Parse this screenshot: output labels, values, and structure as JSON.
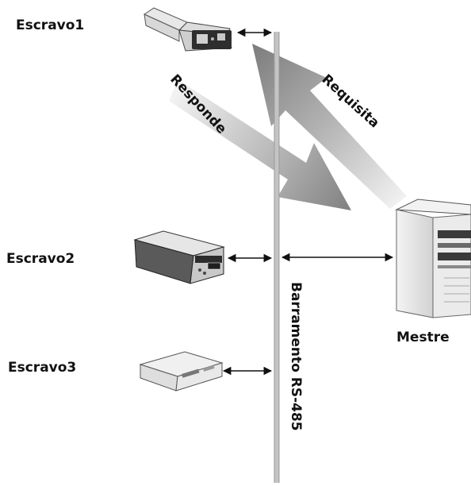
{
  "nodes": {
    "slave1": {
      "label": "Escravo1",
      "icon": "usb-rs485-converter-icon"
    },
    "slave2": {
      "label": "Escravo2",
      "icon": "industrial-controller-icon"
    },
    "slave3": {
      "label": "Escravo3",
      "icon": "desktop-computer-icon"
    },
    "master": {
      "label": "Mestre",
      "icon": "server-tower-icon"
    }
  },
  "bus": {
    "label": "Barramento RS-485"
  },
  "arrows": {
    "request": {
      "label": "Requisita"
    },
    "response": {
      "label": "Responde"
    }
  },
  "colors": {
    "ink": "#111111",
    "bus": "#b8b8b8",
    "arrow_dark": "#8a8a8a",
    "arrow_light": "#e4e4e4",
    "device_body": "#d9d9d9",
    "device_dark": "#3a3a3a"
  }
}
